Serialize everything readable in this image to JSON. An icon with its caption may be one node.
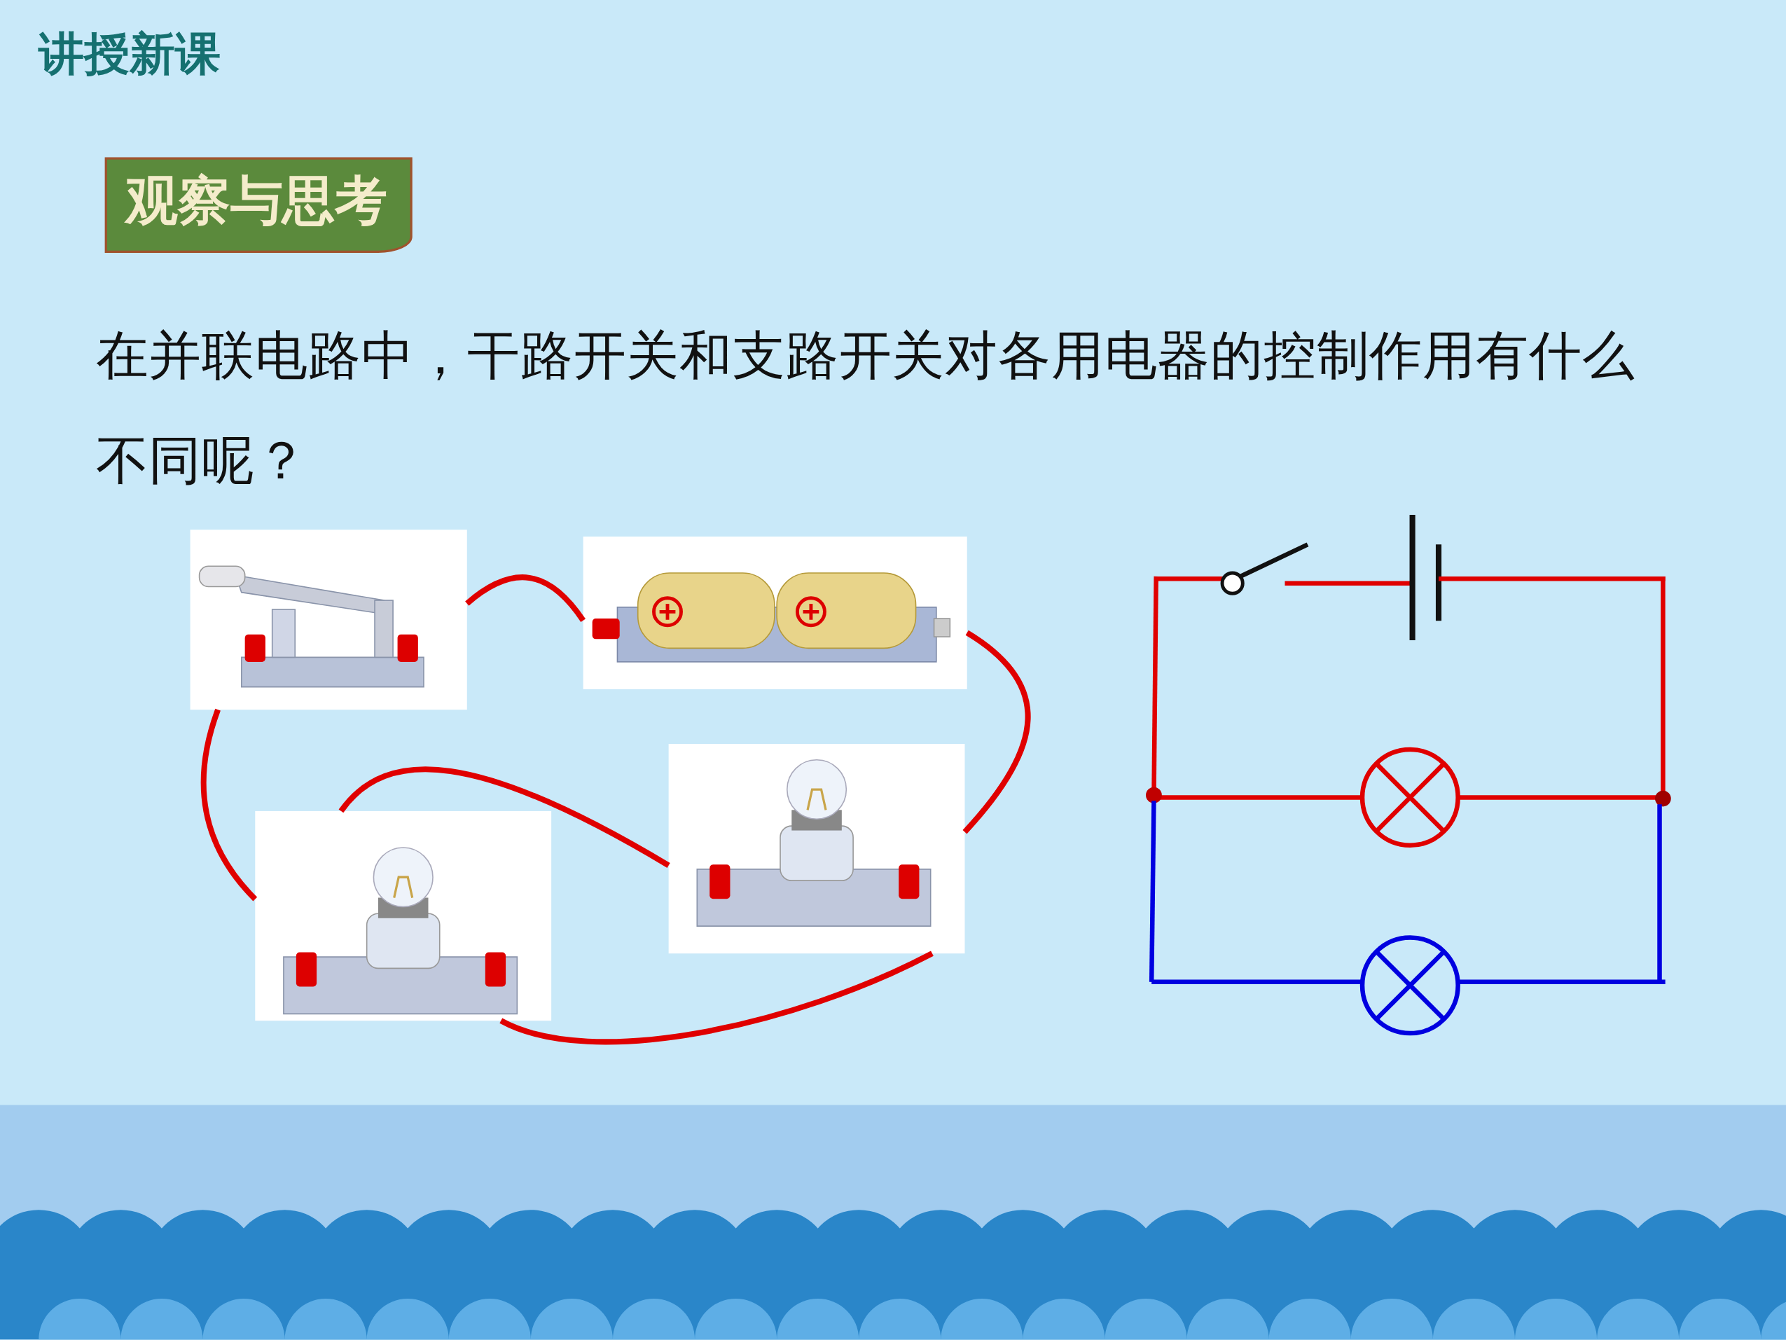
{
  "diagram": {
    "title": "讲授新课",
    "nodes": [
      {
        "text": [],
        "shape": "picture"
      },
      {
        "text": [],
        "shape": "picture"
      },
      {
        "text": [],
        "shape": "picture"
      },
      {
        "text": [],
        "shape": "picture"
      }
    ],
    "edges": [
      {
        "from": 0,
        "to": 1,
        "arrow": "none"
      },
      {
        "from": 1,
        "to": 2,
        "arrow": "none"
      },
      {
        "from": 0,
        "to": 3,
        "arrow": "none"
      },
      {
        "from": 3,
        "to": 2,
        "arrow": "none"
      },
      {
        "from": 3,
        "to": 2,
        "arrow": "none"
      }
    ],
    "labels": [
      "观察与思考",
      "在并联电路中，干路开关和支路开关对各用电器的控制作用有什么不同呢？"
    ]
  }
}
